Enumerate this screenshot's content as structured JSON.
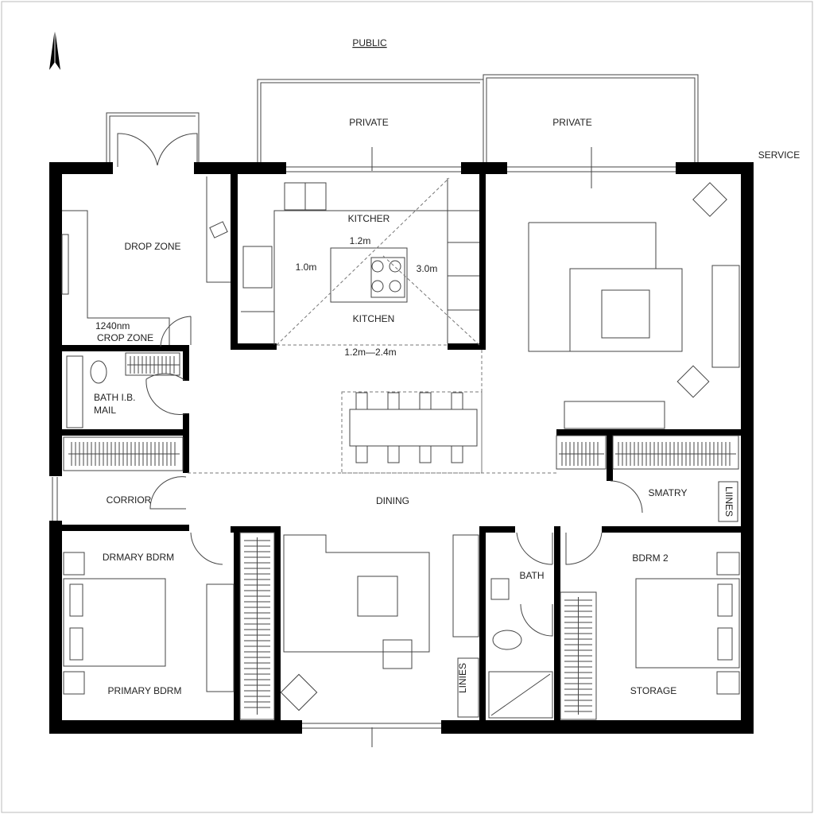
{
  "labels": {
    "public": "PUBLIC",
    "private_left": "PRIVATE",
    "private_right": "PRIVATE",
    "service": "SERVICE",
    "drop_zone": "DROP ZONE",
    "dim_1240": "1240nm",
    "crop_zone": "CROP ZONE",
    "kitcher": "KITCHER",
    "dim_top": "1.2m",
    "dim_left": "1.0m",
    "dim_right": "3.0m",
    "kitchen": "KITCHEN",
    "dim_bottom": "1.2m—2.4m",
    "bath_lb": "BATH I.B.",
    "mail": "MAIL",
    "corridor": "CORRIOR",
    "dining": "DINING",
    "smatry": "SMATRY",
    "linens_right": "LIINES",
    "primary_top": "DRMARY BDRM",
    "primary_bottom": "PRIMARY BDRM",
    "linens_center": "LINIES",
    "bath": "BATH",
    "bdrm2": "BDRM 2",
    "storage": "STORAGE"
  },
  "icons": {
    "north_arrow": "north-arrow-icon"
  },
  "colors": {
    "wall": "#000000",
    "line": "#444444",
    "background": "#ffffff"
  }
}
